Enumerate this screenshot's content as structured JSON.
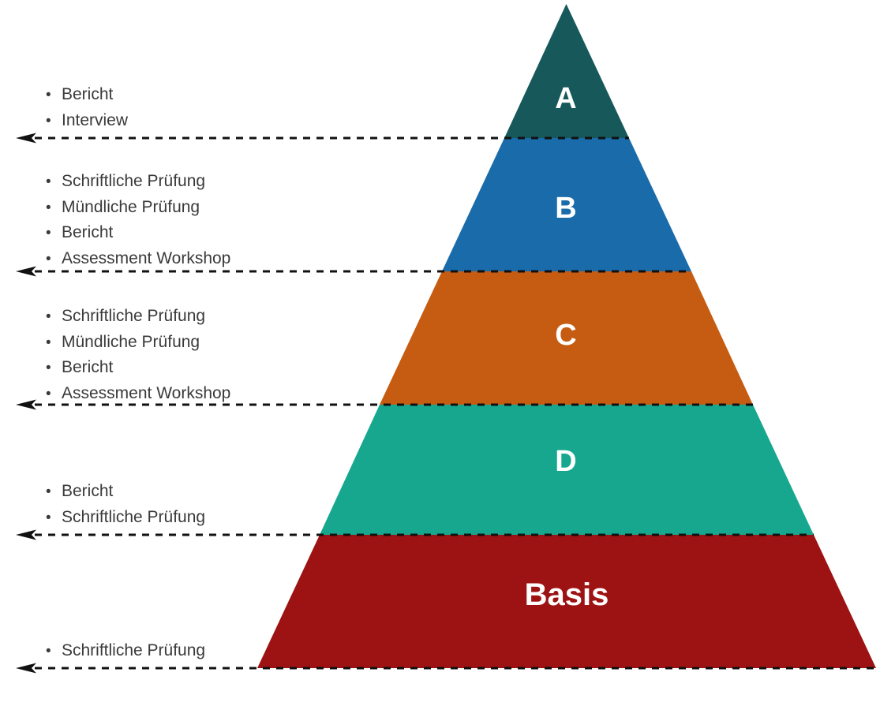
{
  "diagram": {
    "type": "pyramid",
    "bullet": "•",
    "levels": [
      {
        "label": "A",
        "color": "#17595b",
        "assessments": [
          "Bericht",
          "Interview"
        ]
      },
      {
        "label": "B",
        "color": "#1a6baa",
        "assessments": [
          "Schriftliche Prüfung",
          "Mündliche Prüfung",
          "Bericht",
          "Assessment Workshop"
        ]
      },
      {
        "label": "C",
        "color": "#c65c12",
        "assessments": [
          "Schriftliche Prüfung",
          "Mündliche Prüfung",
          "Bericht",
          "Assessment Workshop"
        ]
      },
      {
        "label": "D",
        "color": "#16a78e",
        "assessments": [
          "Bericht",
          "Schriftliche Prüfung"
        ]
      },
      {
        "label": "Basis",
        "color": "#9d1313",
        "assessments": [
          "Schriftliche Prüfung"
        ]
      }
    ],
    "theme": {
      "background": "#ffffff",
      "label_color": "#ffffff",
      "list_text_color": "#3a3a3a",
      "line_color": "#111111"
    }
  }
}
